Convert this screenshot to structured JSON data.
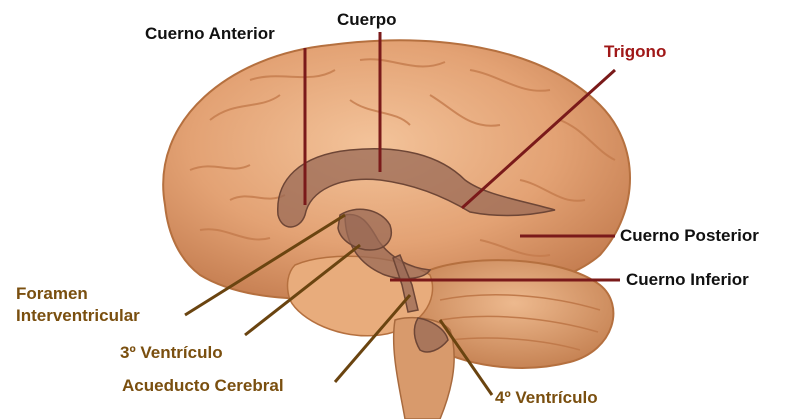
{
  "labels": {
    "cuerno_anterior": "Cuerno Anterior",
    "cuerpo": "Cuerpo",
    "trigono": "Trigono",
    "cuerno_posterior": "Cuerno Posterior",
    "cuerno_inferior": "Cuerno Inferior",
    "foramen_line1": "Foramen",
    "foramen_line2": "Interventricular",
    "tercer_ventriculo": "3º Ventrículo",
    "acueducto": "Acueducto Cerebral",
    "cuarto_ventriculo": "4º Ventrículo"
  },
  "colors": {
    "black_label": "#111111",
    "red_label": "#a01818",
    "brown_label": "#7a4f0f",
    "brain": "#e6a878",
    "ventricle": "#9a6a55"
  }
}
